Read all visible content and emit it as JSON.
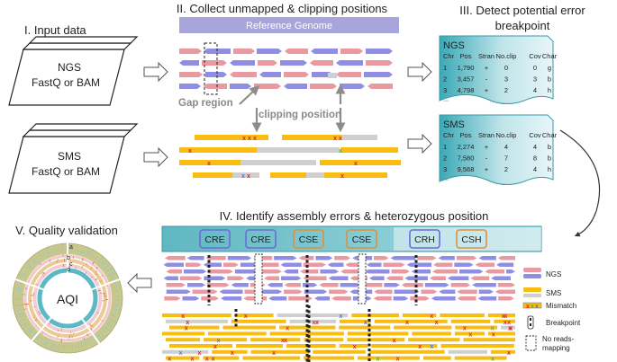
{
  "sections": {
    "input": {
      "title": "I. Input data",
      "ngs_line1": "NGS",
      "ngs_line2": "FastQ or BAM",
      "sms_line1": "SMS",
      "sms_line2": "FastQ or BAM"
    },
    "collect": {
      "title": "II. Collect unmapped & clipping positions",
      "reference_label": "Reference  Genome",
      "gap_label": "Gap region",
      "clipping_label": "clipping position"
    },
    "detect": {
      "title_line1": "III. Detect potential error",
      "title_line2": "breakpoint",
      "ngs_table": {
        "title": "NGS",
        "headers": [
          "Chr",
          "Pos",
          "Stran",
          "No.clip",
          "Cov",
          "Char"
        ],
        "rows": [
          [
            "1",
            "1,790",
            "+",
            "0",
            "0",
            "g"
          ],
          [
            "2",
            "3,457",
            "-",
            "3",
            "3",
            "b"
          ],
          [
            "3",
            "4,798",
            "+",
            "2",
            "4",
            "h"
          ]
        ],
        "ellipsis": "..."
      },
      "sms_table": {
        "title": "SMS",
        "headers": [
          "Chr",
          "Pos",
          "Stran",
          "No.clip",
          "Cov",
          "Char"
        ],
        "rows": [
          [
            "1",
            "2,274",
            "+",
            "4",
            "4",
            "b"
          ],
          [
            "2",
            "7,580",
            "-",
            "7",
            "8",
            "b"
          ],
          [
            "3",
            "9,568",
            "+",
            "2",
            "4",
            "h"
          ]
        ],
        "ellipsis": "..."
      }
    },
    "identify": {
      "title": "IV. Identify assembly errors & heterozygous position",
      "boxes": [
        "CRE",
        "CRE",
        "CSE",
        "CSE",
        "CRH",
        "CSH"
      ]
    },
    "quality": {
      "title": "V. Quality validation",
      "center_label": "AQI",
      "ring_labels": [
        "a",
        "b",
        "c",
        "d"
      ]
    },
    "legend": {
      "ngs": "NGS",
      "sms": "SMS",
      "mismatch": "Mismatch",
      "breakpoint": "Breakpoint",
      "no_reads_line1": "No reads-",
      "no_reads_line2": "mapping"
    }
  },
  "colors": {
    "ngs_pink": "#e99aa0",
    "ngs_blue": "#8f8ee3",
    "sms_orange": "#f8bd10",
    "gray_read": "#cfcfcf",
    "teal": "#5bb8c4",
    "reference": "#a8a4dc",
    "olive": "#c9c88c",
    "mismatch_red": "#d8262d",
    "mismatch_green": "#4caf50",
    "mismatch_blue": "#4a78d0"
  },
  "icons": [
    "file-icon",
    "arrow-right-icon",
    "arrow-up-icon",
    "arrow-down-icon",
    "curved-arrow-icon",
    "arrow-left-icon"
  ]
}
